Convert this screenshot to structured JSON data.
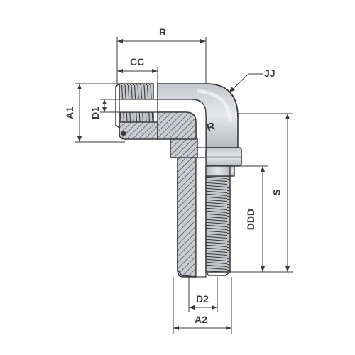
{
  "labels": {
    "R": "R",
    "CC": "CC",
    "JJ": "JJ",
    "A1": "A1",
    "D1": "D1",
    "S": "S",
    "DDD": "DDD",
    "D2": "D2",
    "A2": "A2"
  },
  "logo_mark": "R",
  "colors": {
    "line": "#3a3a3a",
    "body_fill": "#c9ccd0",
    "body_light": "#dfe1e4",
    "hatch": "#555a60",
    "background": "#ffffff"
  }
}
